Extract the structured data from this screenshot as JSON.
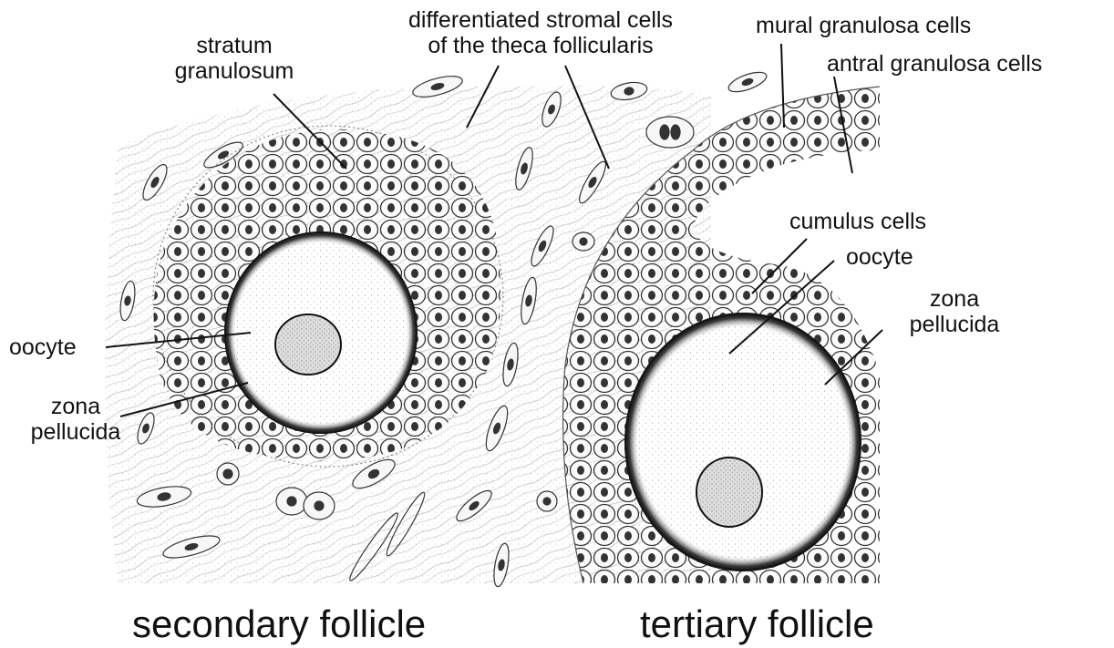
{
  "labels": {
    "stratum_granulosum_1": "stratum",
    "stratum_granulosum_2": "granulosum",
    "stromal_1": "differentiated stromal cells",
    "stromal_2": "of the theca follicularis",
    "mural": "mural granulosa cells",
    "antral": "antral granulosa cells",
    "cumulus": "cumulus cells",
    "oocyte_right": "oocyte",
    "zona_right_1": "zona",
    "zona_right_2": "pellucida",
    "oocyte_left": "oocyte",
    "zona_left_1": "zona",
    "zona_left_2": "pellucida"
  },
  "captions": {
    "left": "secondary follicle",
    "right": "tertiary follicle"
  }
}
